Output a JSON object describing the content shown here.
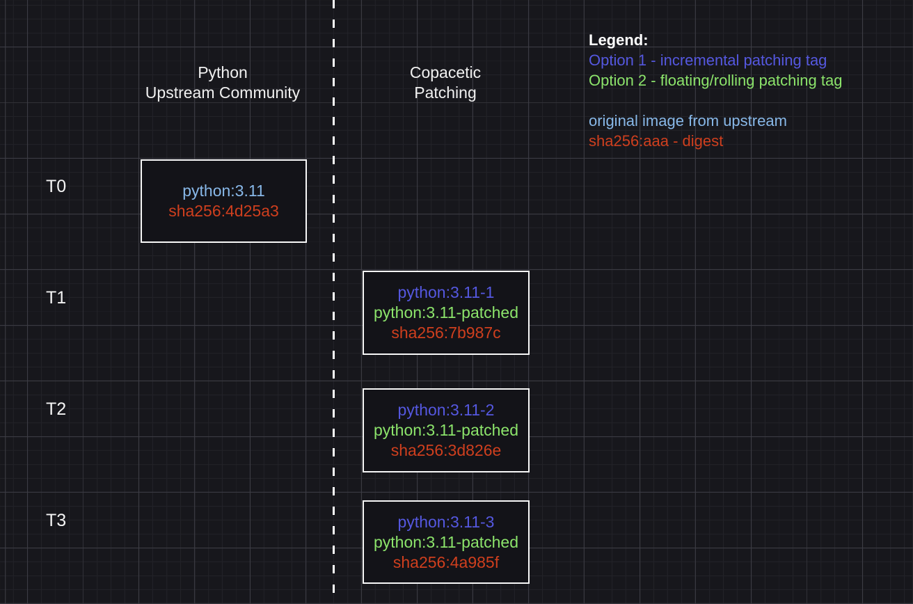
{
  "palette": {
    "background": "#17171c",
    "grid_minor": "#222228",
    "grid_major": "#3d3d45",
    "box_border": "#f8f8f8",
    "box_fill": "#131318",
    "heading_text": "#f0f0f0",
    "incremental_tag_blue": "#5558e0",
    "floating_tag_green": "#8ce46b",
    "original_image_blue": "#88b8e8",
    "digest_orange": "#cf3f1e"
  },
  "columns": [
    {
      "id": "upstream",
      "title_line1": "Python",
      "title_line2": "Upstream Community"
    },
    {
      "id": "copacetic",
      "title_line1": "Copacetic",
      "title_line2": "Patching"
    }
  ],
  "legend": {
    "title": "Legend:",
    "entries": [
      {
        "text": "Option 1 - incremental patching tag",
        "color": "#5558e0"
      },
      {
        "text": "Option 2 - floating/rolling patching tag",
        "color": "#8ce46b"
      },
      {
        "text": "original image from upstream",
        "color": "#88b8e8"
      },
      {
        "text": "sha256:aaa - digest",
        "color": "#cf3f1e"
      }
    ]
  },
  "timeline": [
    {
      "label": "T0",
      "box": {
        "column": "upstream",
        "lines": [
          {
            "kind": "original-tag",
            "text": "python:3.11"
          },
          {
            "kind": "digest",
            "text": "sha256:4d25a3"
          }
        ]
      }
    },
    {
      "label": "T1",
      "box": {
        "column": "copacetic",
        "lines": [
          {
            "kind": "incremental-tag",
            "text": "python:3.11-1"
          },
          {
            "kind": "floating-tag",
            "text": "python:3.11-patched"
          },
          {
            "kind": "digest",
            "text": "sha256:7b987c"
          }
        ]
      }
    },
    {
      "label": "T2",
      "box": {
        "column": "copacetic",
        "lines": [
          {
            "kind": "incremental-tag",
            "text": "python:3.11-2"
          },
          {
            "kind": "floating-tag",
            "text": "python:3.11-patched"
          },
          {
            "kind": "digest",
            "text": "sha256:3d826e"
          }
        ]
      }
    },
    {
      "label": "T3",
      "box": {
        "column": "copacetic",
        "lines": [
          {
            "kind": "incremental-tag",
            "text": "python:3.11-3"
          },
          {
            "kind": "floating-tag",
            "text": "python:3.11-patched"
          },
          {
            "kind": "digest",
            "text": "sha256:4a985f"
          }
        ]
      }
    }
  ]
}
